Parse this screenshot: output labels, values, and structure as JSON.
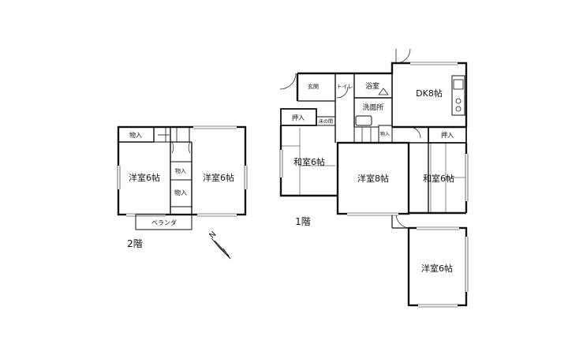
{
  "floor2": {
    "caption": "2階",
    "rooms": {
      "western_left": "洋室6帖",
      "western_right": "洋室6帖",
      "storage_top": "物入",
      "storage_small": "物入",
      "storage_vert": "物入",
      "veranda": "ベランダ"
    }
  },
  "floor1": {
    "caption": "1階",
    "rooms": {
      "entrance": "玄関",
      "toilet": "トイレ",
      "bath": "浴室",
      "washroom": "洗面所",
      "dk": "DK8帖",
      "closet_left": "押入",
      "tokonoma": "床の間",
      "storage": "物入",
      "closet_right": "押入",
      "japanese_left": "和室6帖",
      "western_center": "洋室8帖",
      "japanese_right": "和室6帖",
      "western_bottom": "洋室6帖"
    }
  },
  "compass": {
    "north_label": "N",
    "icon": "north-arrow-icon"
  }
}
